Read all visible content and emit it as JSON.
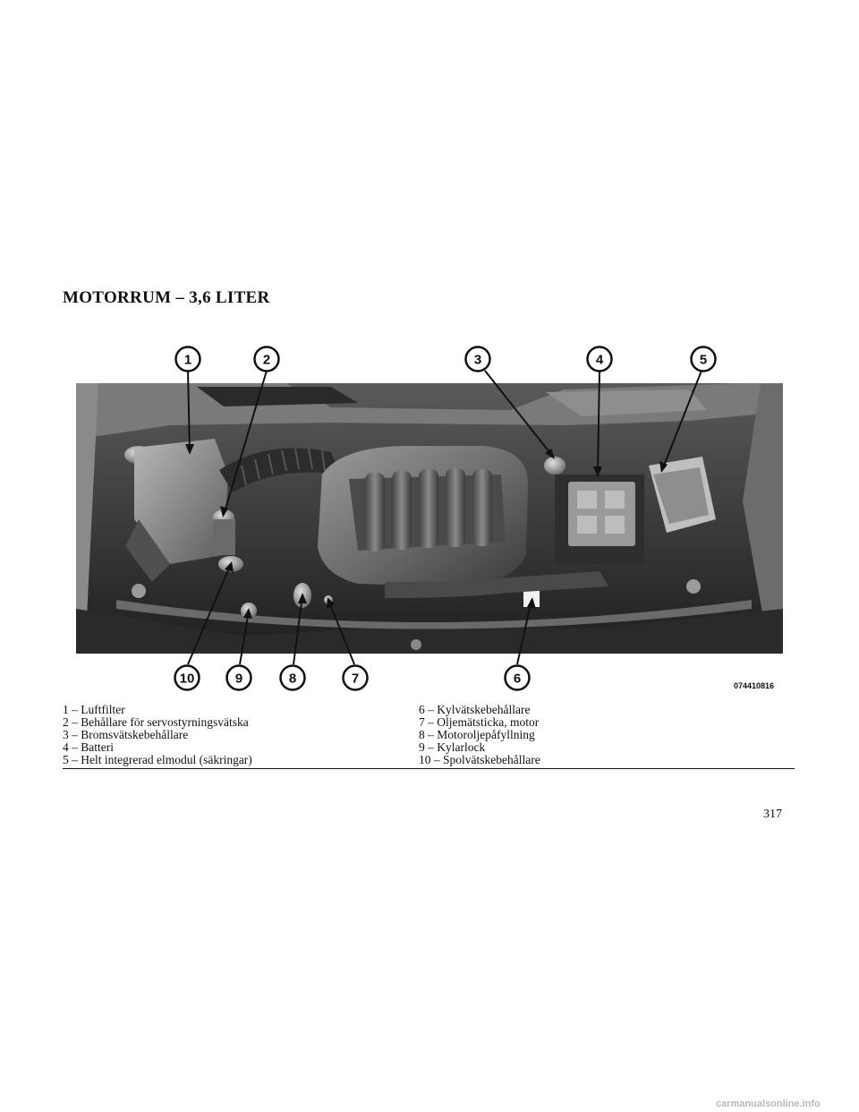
{
  "page": {
    "title": "MOTORRUM – 3,6 LITER",
    "page_number": "317",
    "watermark": "carmanualsonline.info"
  },
  "figure": {
    "code": "074410816",
    "callouts_top": [
      "1",
      "2",
      "3",
      "4",
      "5"
    ],
    "callouts_bottom": [
      "10",
      "9",
      "8",
      "7",
      "6"
    ]
  },
  "legend": {
    "left": [
      "1 – Luftfilter",
      "2 – Behållare för servostyrningsvätska",
      "3 – Bromsvätskebehållare",
      "4 – Batteri",
      "5 – Helt integrerad elmodul (säkringar)"
    ],
    "right": [
      "6 – Kylvätskebehållare",
      "7 – Oljemätsticka, motor",
      "8 – Motoroljepåfyllning",
      "9 – Kylarlock",
      "10 – Spolvätskebehållare"
    ]
  }
}
